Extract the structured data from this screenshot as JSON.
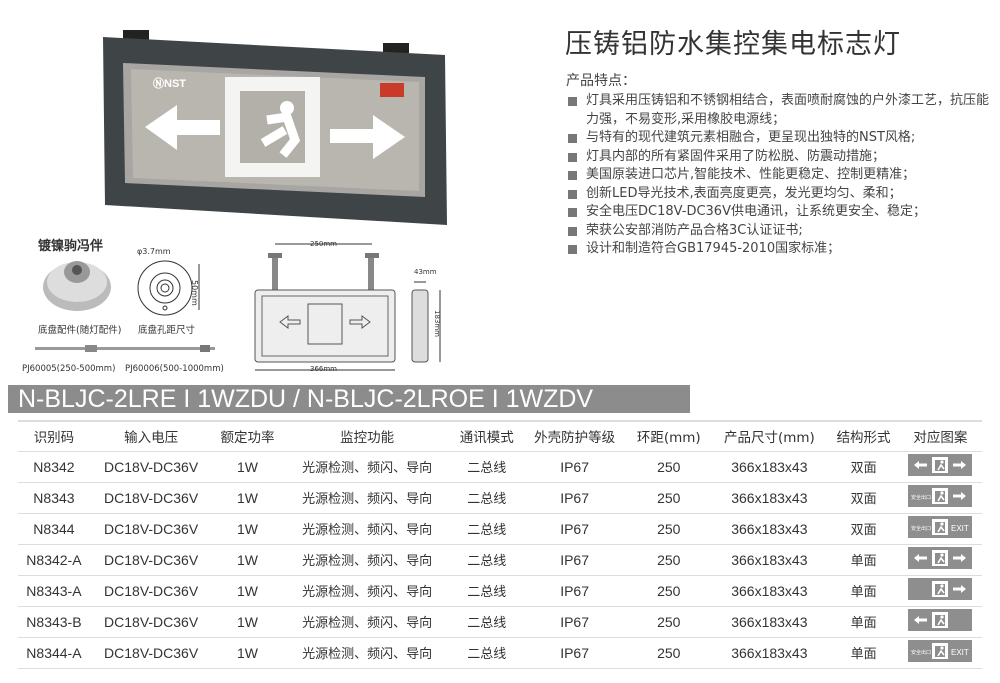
{
  "title": "压铸铝防水集控集电标志灯",
  "features_heading": "产品特点：",
  "features": [
    "灯具采用压铸铝和不锈钢相结合，表面喷耐腐蚀的户外漆工艺，抗压能力强，不易变形,采用橡胶电源线；",
    "与特有的现代建筑元素相融合，更呈现出独特的NST风格;",
    "灯具内部的所有紧固件采用了防松脱、防震动措施；",
    "美国原装进口芯片,智能技术、性能更稳定、控制更精准；",
    "创新LED导光技术,表面亮度更亮，发光更均匀、柔和；",
    "安全电压DC18V-DC36V供电通讯，让系统更安全、稳定；",
    "荣获公安部消防产品合格3C认证证书;",
    "设计和制造符合GB17945-2010国家标准；"
  ],
  "product_logo": "NST",
  "accessories": {
    "heading": "镀镍驹冯伴",
    "base_label": "底盘配件(随灯配件)",
    "hole_label": "底盘孔距尺寸",
    "hole_diameter": "φ3.7mm",
    "hole_spacing": "50mm",
    "rod1": "PJ60005(250-500mm)",
    "rod2": "PJ60006(500-1000mm)"
  },
  "dimensions": {
    "hang_spacing": "250mm",
    "width": "366mm",
    "depth": "43mm",
    "height": "183mm"
  },
  "model_title": "N-BLJC-2LRE I 1WZDU / N-BLJC-2LROE I 1WZDV",
  "table": {
    "headers": [
      "识别码",
      "输入电压",
      "额定功率",
      "监控功能",
      "通讯模式",
      "外壳防护等级",
      "环距(mm)",
      "产品尺寸(mm)",
      "结构形式",
      "对应图案"
    ],
    "rows": [
      [
        "N8342",
        "DC18V-DC36V",
        "1W",
        "光源检测、频闪、导向",
        "二总线",
        "IP67",
        "250",
        "366x183x43",
        "双面",
        "both-arrows"
      ],
      [
        "N8343",
        "DC18V-DC36V",
        "1W",
        "光源检测、频闪、导向",
        "二总线",
        "IP67",
        "250",
        "366x183x43",
        "双面",
        "text-right-arrow"
      ],
      [
        "N8344",
        "DC18V-DC36V",
        "1W",
        "光源检测、频闪、导向",
        "二总线",
        "IP67",
        "250",
        "366x183x43",
        "双面",
        "text-exit"
      ],
      [
        "N8342-A",
        "DC18V-DC36V",
        "1W",
        "光源检测、频闪、导向",
        "二总线",
        "IP67",
        "250",
        "366x183x43",
        "单面",
        "both-arrows"
      ],
      [
        "N8343-A",
        "DC18V-DC36V",
        "1W",
        "光源检测、频闪、导向",
        "二总线",
        "IP67",
        "250",
        "366x183x43",
        "单面",
        "right-arrow"
      ],
      [
        "N8343-B",
        "DC18V-DC36V",
        "1W",
        "光源检测、频闪、导向",
        "二总线",
        "IP67",
        "250",
        "366x183x43",
        "单面",
        "left-arrow"
      ],
      [
        "N8344-A",
        "DC18V-DC36V",
        "1W",
        "光源检测、频闪、导向",
        "二总线",
        "IP67",
        "250",
        "366x183x43",
        "单面",
        "text-exit"
      ]
    ],
    "sign_text": "安全出口",
    "sign_exit": "EXIT"
  }
}
